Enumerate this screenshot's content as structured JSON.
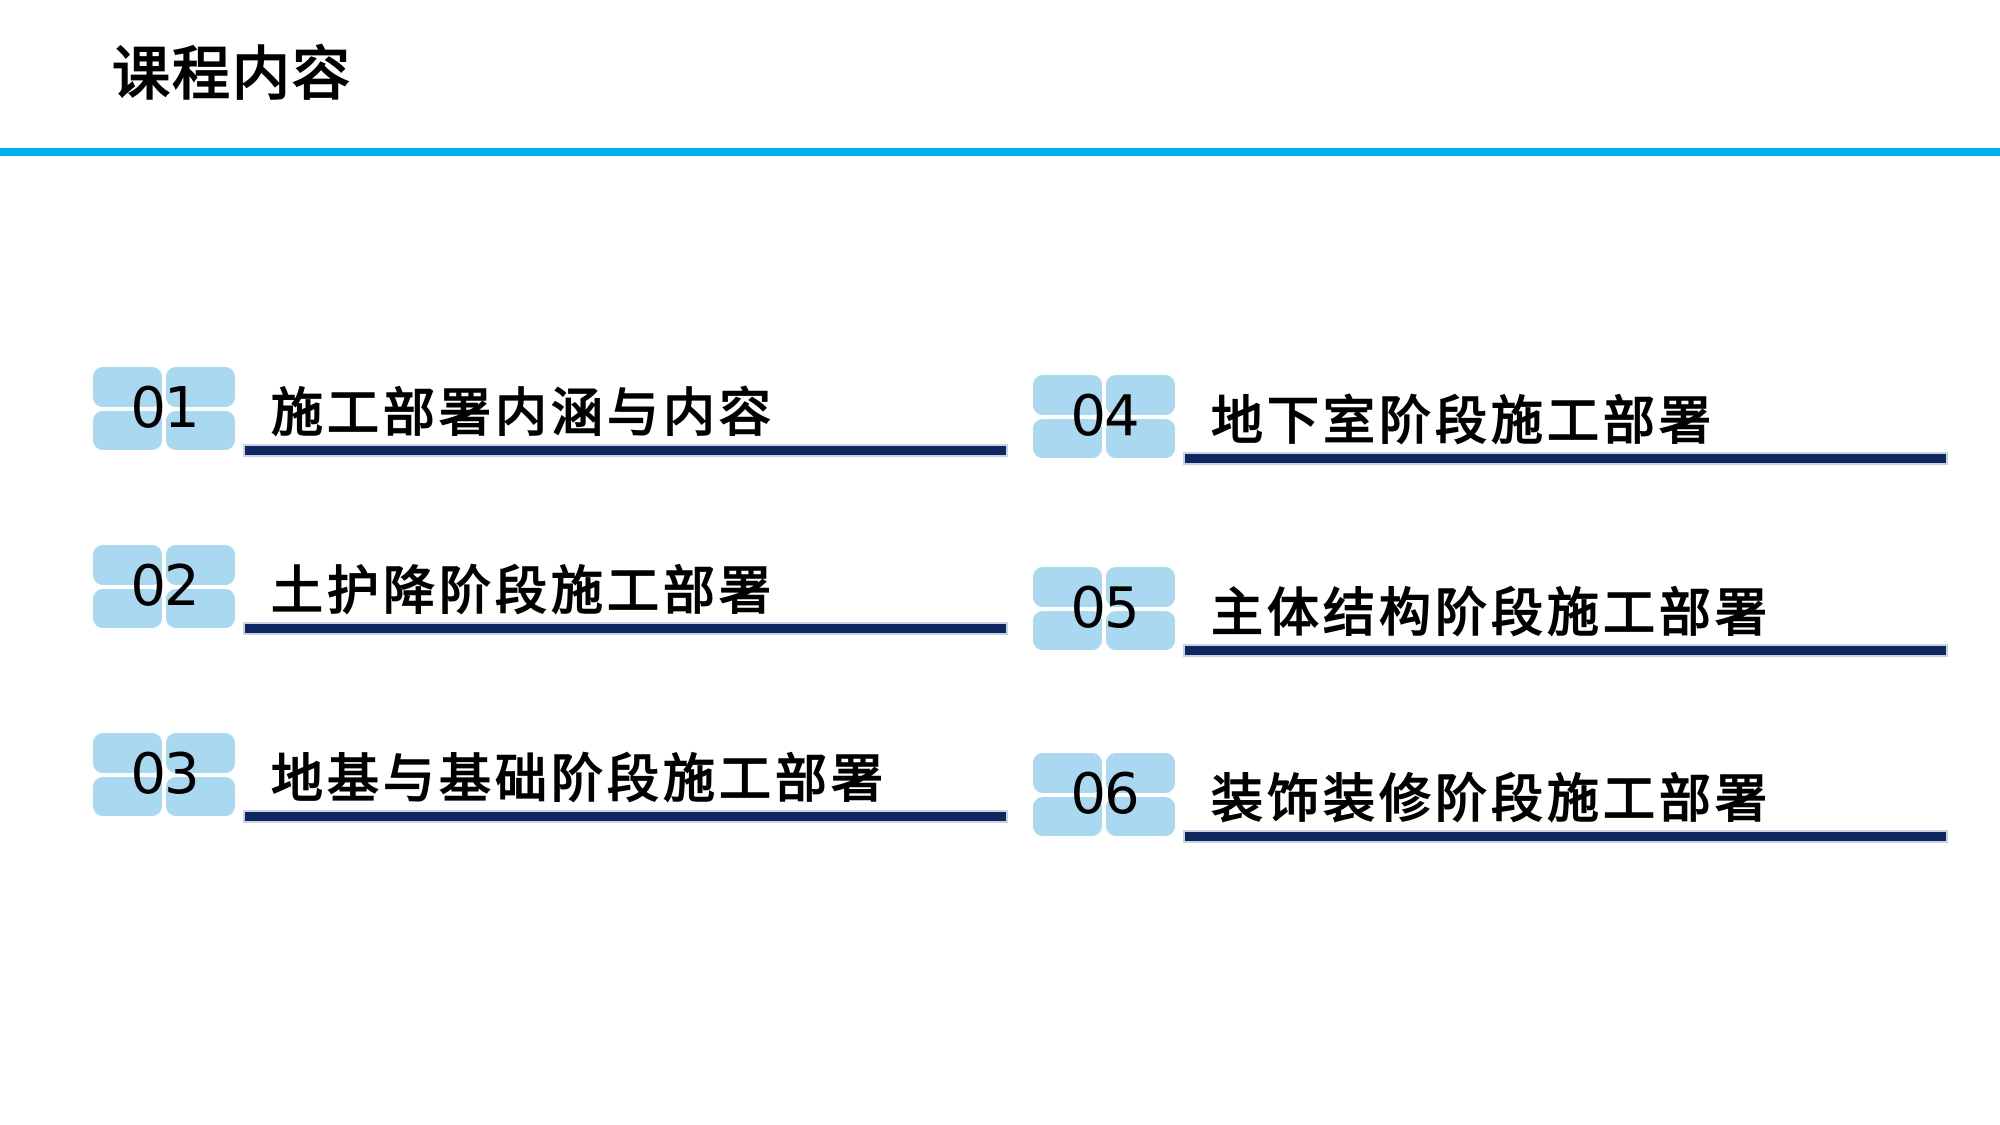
{
  "slide": {
    "title": "课程内容",
    "items": [
      {
        "number": "01",
        "label": "施工部署内涵与内容"
      },
      {
        "number": "02",
        "label": "土护降阶段施工部署"
      },
      {
        "number": "03",
        "label": "地基与基础阶段施工部署"
      },
      {
        "number": "04",
        "label": "地下室阶段施工部署"
      },
      {
        "number": "05",
        "label": "主体结构阶段施工部署"
      },
      {
        "number": "06",
        "label": "装饰装修阶段施工部署"
      }
    ],
    "colors": {
      "accent_cyan": "#00B0F0",
      "badge_blue": "#A9D8F0",
      "underline_navy": "#0F2660",
      "underline_edge": "#C9D2E0",
      "text_black": "#000000"
    }
  }
}
